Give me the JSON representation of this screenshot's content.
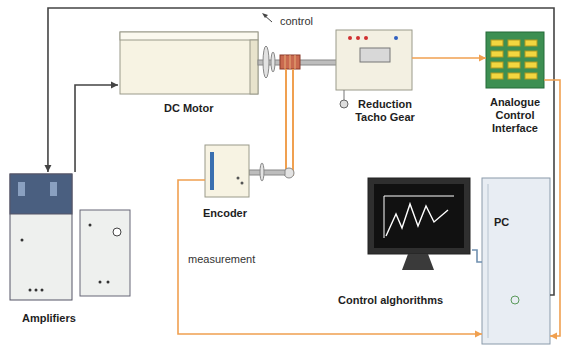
{
  "diagram": {
    "nodes": [
      {
        "text": [
          "DC Motor"
        ]
      },
      {
        "text": [
          "Reduction Tacho Gear"
        ]
      },
      {
        "text": [
          "Analogue Control Interface"
        ]
      },
      {
        "text": [
          "Encoder"
        ]
      },
      {
        "text": [
          "Amplifiers"
        ]
      },
      {
        "text": [
          "Control alghorithms"
        ]
      },
      {
        "text": [
          "PC"
        ]
      }
    ],
    "edges": [
      {
        "from": 4,
        "to": 0,
        "arrow": "to"
      },
      {
        "from": 6,
        "to": 4,
        "label": "control",
        "arrow": "to"
      },
      {
        "from": 1,
        "to": 2,
        "arrow": "to"
      },
      {
        "from": 2,
        "to": 6,
        "arrow": "to"
      },
      {
        "from": 3,
        "to": 6,
        "label": "measurement",
        "arrow": "to"
      },
      {
        "from": 5,
        "to": 6,
        "arrow": "none"
      }
    ]
  }
}
